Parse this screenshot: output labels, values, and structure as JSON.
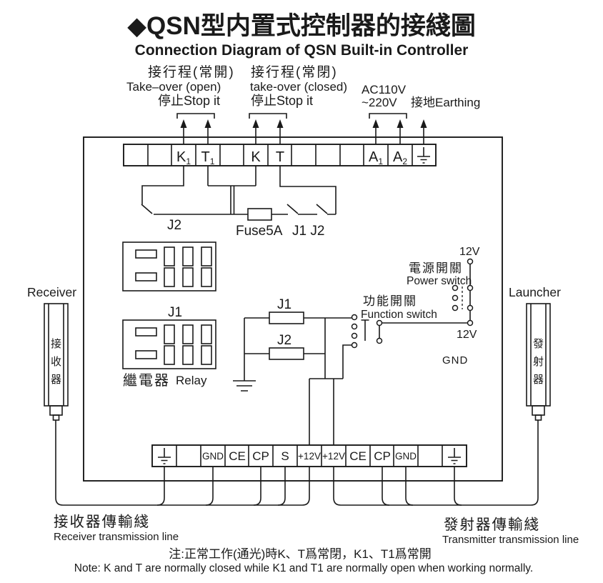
{
  "page": {
    "bg": "#ffffff",
    "ink": "#1a1a1a",
    "accent": "#1085c6"
  },
  "header": {
    "bullet": "◆",
    "title": "QSN型内置式控制器的接綫圖",
    "subtitle": "Connection Diagram of QSN Built-in Controller"
  },
  "top_annotations": {
    "group1": {
      "line1": "接行程(常開)",
      "line2": "Take–over (open)",
      "line3": "停止Stop it"
    },
    "group2": {
      "line1": "接行程(常閉)",
      "line2": "take-over (closed)",
      "line3": "停止Stop it"
    },
    "power_in": {
      "line1": "AC110V",
      "line2": "~220V",
      "earthing": "接地Earthing"
    }
  },
  "top_strip": {
    "cells": [
      {
        "m": "",
        "s": ""
      },
      {
        "m": "",
        "s": ""
      },
      {
        "m": "K",
        "s": "1"
      },
      {
        "m": "T",
        "s": "1"
      },
      {
        "m": "",
        "s": ""
      },
      {
        "m": "K",
        "s": ""
      },
      {
        "m": "T",
        "s": ""
      },
      {
        "m": "",
        "s": ""
      },
      {
        "m": "",
        "s": ""
      },
      {
        "m": "",
        "s": ""
      },
      {
        "m": "A",
        "s": "1"
      },
      {
        "m": "A",
        "s": "2"
      },
      {
        "m": "",
        "s": "",
        "icon": "earth-ground"
      }
    ]
  },
  "switch_area": {
    "j2_label": "J2",
    "fuse_label": "Fuse5A",
    "j1j2_label": "J1 J2"
  },
  "relays": {
    "j1_label": "J1",
    "name_zh": "繼電器",
    "name_en": "Relay"
  },
  "jumpers": {
    "j1": "J1",
    "j2": "J2"
  },
  "function_switch": {
    "label_zh": "功能開關",
    "label_en": "Function switch",
    "v12": "12V"
  },
  "power_switch": {
    "label_zh": "電源開關",
    "label_en": "Power switch",
    "v12": "12V",
    "gnd": "GND"
  },
  "receiver": {
    "label_en": "Receiver",
    "chars": [
      "接",
      "收",
      "器"
    ],
    "line_zh": "接收器傳輸綫",
    "line_en": "Receiver transmission line"
  },
  "launcher": {
    "label_en": "Launcher",
    "chars": [
      "發",
      "射",
      "器"
    ],
    "line_zh": "發射器傳輸綫",
    "line_en": "Transmitter transmission line"
  },
  "bottom_strip": {
    "cells": [
      "",
      "",
      "GND",
      "CE",
      "CP",
      "S",
      "+12V",
      "+12V",
      "CE",
      "CP",
      "GND",
      "",
      ""
    ],
    "icons": {
      "first": "earth-ground",
      "last": "earth-ground"
    }
  },
  "note": {
    "zh": "注:正常工作(通光)時K、T爲常閉，K1、T1爲常開",
    "en": "Note: K and T are normally closed while K1 and T1 are normally open when working normally."
  }
}
